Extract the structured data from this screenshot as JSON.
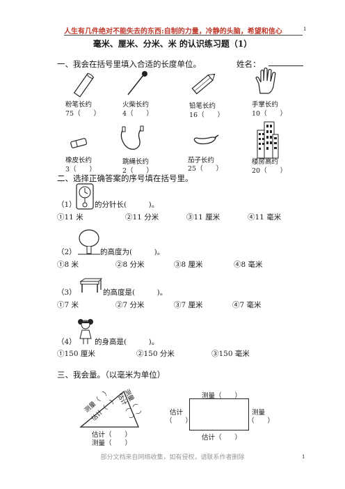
{
  "header": {
    "motto": "人生有几件绝对不能失去的东西:自制的力量，冷静的头脑，希望和信心",
    "page_number": "1"
  },
  "title": "毫米、厘米、分米、米 的认识练习题（1）",
  "section1": {
    "heading": "一、我会在括号里填入合适的长度单位。",
    "name_label": "姓名：",
    "items": [
      {
        "label": "粉笔长约",
        "value": "75（　　）",
        "icon": "chalk-icon"
      },
      {
        "label": "火柴长约",
        "value": "4（　　）",
        "icon": "match-icon"
      },
      {
        "label": "铅笔长约",
        "value": "16（　　）",
        "icon": "pencil-icon"
      },
      {
        "label": "手掌长约",
        "value": "10（　　）",
        "icon": "hand-icon"
      },
      {
        "label": "橡皮长约",
        "value": "3（　　）",
        "icon": "eraser-icon"
      },
      {
        "label": "跳绳长约",
        "value": "2（　　）",
        "icon": "jump-rope-icon"
      },
      {
        "label": "茄子长约",
        "value": "25（　　）",
        "icon": "eggplant-icon"
      },
      {
        "label": "楼房高约",
        "value": "20（　　）",
        "icon": "building-icon"
      }
    ]
  },
  "section2": {
    "heading": "二、选择正确答案的序号填在括号里。",
    "questions": [
      {
        "num": "（1）",
        "text": "的分针长(　　　)。",
        "options": [
          "①11 米",
          "②11 分米",
          "③11 厘米",
          "④11 毫米"
        ],
        "icon": "clock-icon"
      },
      {
        "num": "（2）",
        "text": "的高度为(　　　)。",
        "options": [
          "①8 米",
          "②8 分米",
          "③8 厘米",
          "④8 毫米"
        ],
        "icon": "tree-icon"
      },
      {
        "num": "（3）",
        "text": "的高度是(　　　)。",
        "options": [
          "①7 米",
          "②7 分米",
          "③7 厘米",
          "④7 毫米"
        ],
        "icon": "table-icon"
      },
      {
        "num": "（4）",
        "text": "的身高是(　　　)。",
        "options": [
          "①150 厘米",
          "②150 分米",
          "③150 毫米"
        ],
        "icon": "girl-icon"
      }
    ]
  },
  "section3": {
    "heading": "三、我会量。（以毫米为单位）",
    "triangle": {
      "left_side": "测量（　）",
      "left_side_est": "估计（　）",
      "right_side": "测量（　）",
      "right_side_est": "估计（　）",
      "bottom_est": "估计（　　）",
      "bottom_measure": "测量（　　）"
    },
    "rectangle": {
      "top_measure": "测量（　　）",
      "left_est_label": "估计",
      "left_est_blank": "（　　）",
      "right_measure_label": "测量",
      "right_measure_blank": "（　　）",
      "bottom_est": "估计（　　）"
    }
  },
  "footer": {
    "note": "部分文档来自网络收集，如有侵权，请联系作者删除",
    "page_number": "1"
  }
}
